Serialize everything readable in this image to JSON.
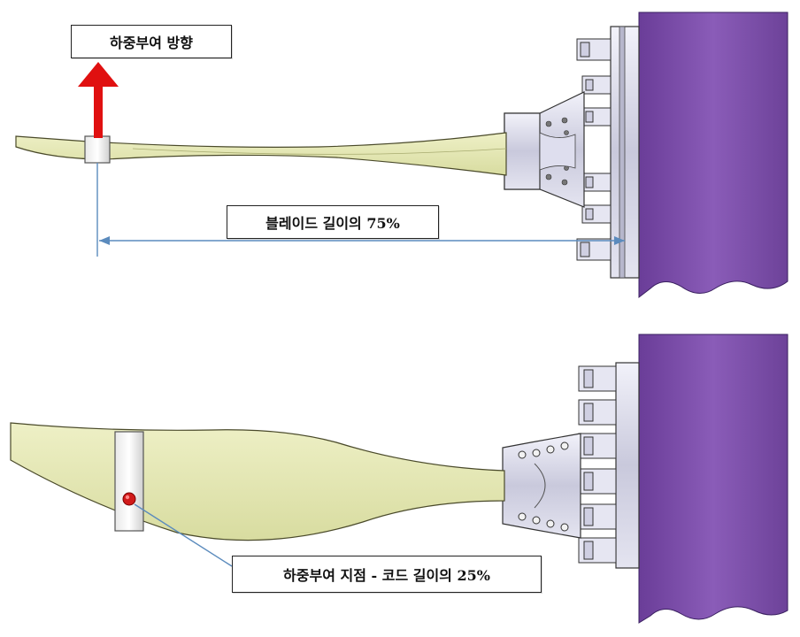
{
  "labels": {
    "load_direction": "하중부여 방향",
    "blade_length": "블레이드 길이의 75%",
    "load_point": "하중부여 지점 - 코드 길이의 25%"
  },
  "colors": {
    "blade_fill": "#e6eab6",
    "blade_stroke": "#4a4a2a",
    "hub_purple": "#7b4fa8",
    "hub_metal": "#d8d8ea",
    "arrow_red": "#e01010",
    "dimension_line": "#5b8bbd",
    "marker_dot": "#d11a1a"
  },
  "icons": {
    "load_arrow": "red-up-arrow",
    "load_point_marker": "red-dot"
  }
}
